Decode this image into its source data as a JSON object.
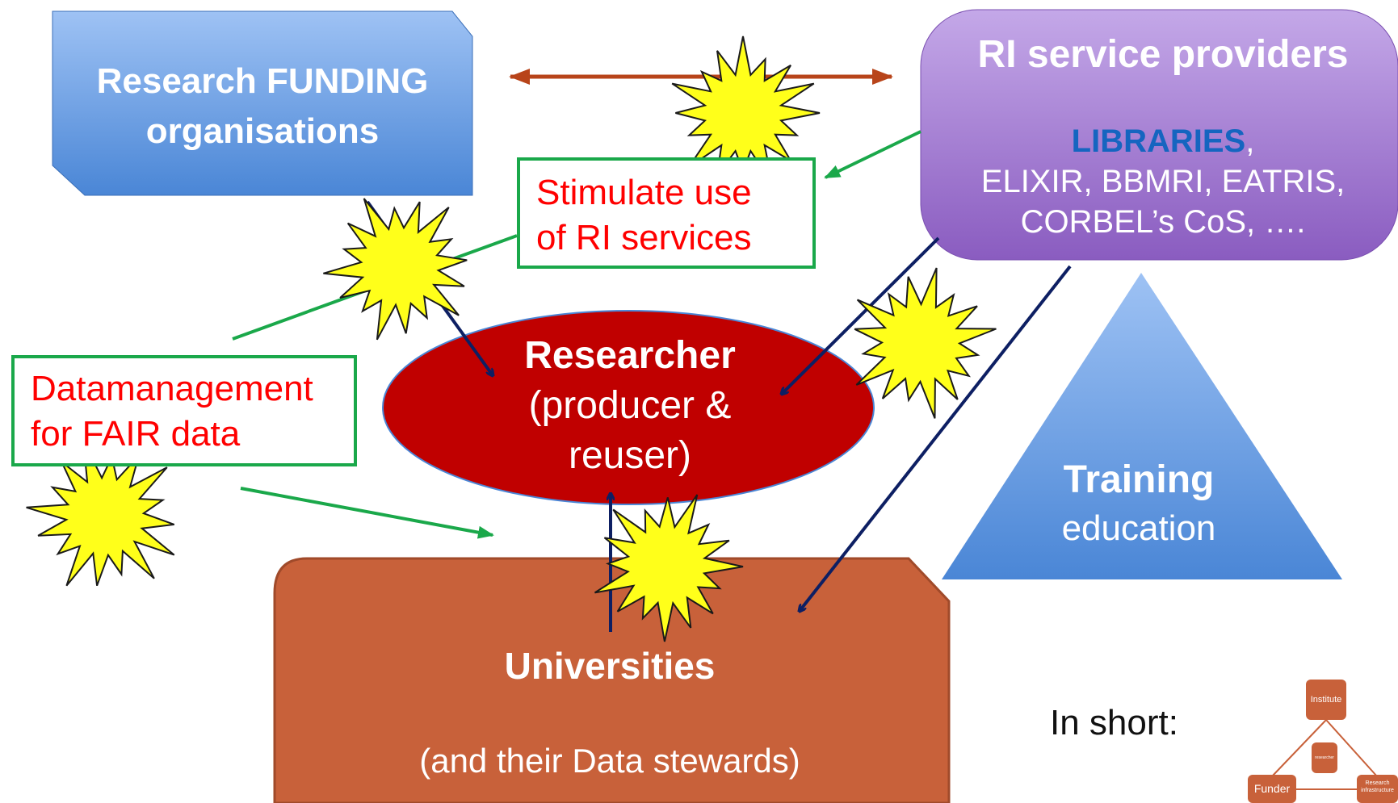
{
  "funding": {
    "line1": "Research FUNDING",
    "line2": "organisations"
  },
  "ri": {
    "title": "RI service providers",
    "libraries": "LIBRARIES",
    "libraries_suffix": ",",
    "line2": "ELIXIR, BBMRI, EATRIS,",
    "line3": "CORBEL’s CoS, …."
  },
  "stimulate": {
    "line1": "Stimulate use",
    "line2": "of RI services"
  },
  "datamanagement": {
    "line1": "Datamanagement",
    "line2": "for FAIR data"
  },
  "researcher": {
    "title": "Researcher",
    "line2": "(producer &",
    "line3": "reuser)"
  },
  "training": {
    "title": "Training",
    "subtitle": "education"
  },
  "universities": {
    "title": "Universities",
    "subtitle": "(and their Data stewards)"
  },
  "inshort": {
    "label": "In short:"
  },
  "mini_diagram": {
    "institute": "Institute",
    "researcher": "researcher",
    "funder": "Funder",
    "ri_line1": "Research",
    "ri_line2": "infrastructure"
  },
  "colors": {
    "funding_top": "#9ec2f4",
    "funding_bottom": "#4a86d6",
    "ri_top": "#c4a8e8",
    "ri_bottom": "#8a5cc0",
    "researcher": "#c00000",
    "universities": "#c8613a",
    "training_top": "#9ec2f4",
    "training_bottom": "#4a86d6",
    "note_border": "#1aa84a",
    "note_text": "#ff0000",
    "arrow_navy": "#0d1f63",
    "arrow_green": "#1aa84a",
    "arrow_brown": "#b8441a",
    "star_fill": "#ffff1a",
    "libraries_text": "#1565c0"
  }
}
